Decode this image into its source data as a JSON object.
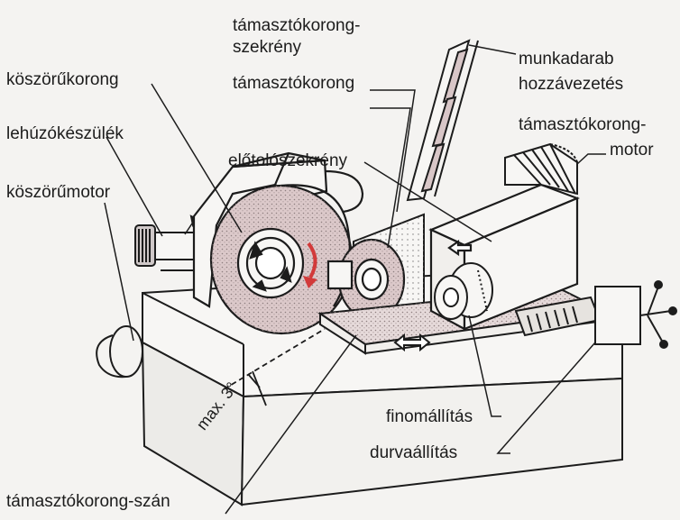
{
  "labels": {
    "grinding_wheel": "köszörűkorong",
    "dresser": "lehúzókészülék",
    "grinding_motor": "köszörűmotor",
    "support_wheel_housing_1": "támasztókorong-",
    "support_wheel_housing_2": "szekrény",
    "support_wheel": "támasztókorong",
    "feed_housing": "előtolószekrény",
    "workpiece_feed_1": "munkadarab",
    "workpiece_feed_2": "hozzávezetés",
    "support_motor_1": "támasztókorong-",
    "support_motor_2": "motor",
    "fine_adjust": "finomállítás",
    "coarse_adjust": "durvaállítás",
    "max_angle": "max. 3°",
    "support_slide": "támasztókorong-szán"
  },
  "colors": {
    "ink": "#1c1c1c",
    "wheel_fill": "#d9c7c8",
    "stipple": "#b9a9aa",
    "arrow": "#d23a3a",
    "background": "#f4f3f1"
  }
}
